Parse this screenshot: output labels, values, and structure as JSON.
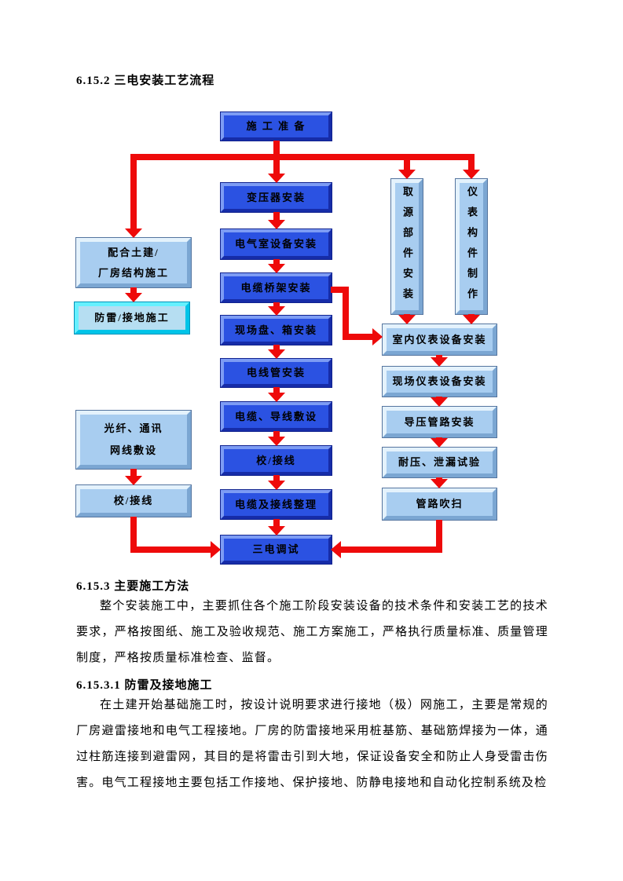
{
  "page": {
    "section_2_heading": "6.15.2 三电安装工艺流程",
    "section_3_heading": "6.15.3 主要施工方法",
    "section_3_para": "整个安装施工中，主要抓住各个施工阶段安装设备的技术条件和安装工艺的技术要求，严格按图纸、施工及验收规范、施工方案施工，严格执行质量标准、质量管理制度，严格按质量标准检查、监督。",
    "section_3_1_heading": "6.15.3.1 防雷及接地施工",
    "section_3_1_para": "在土建开始基础施工时，按设计说明要求进行接地（极）网施工，主要是常规的厂房避雷接地和电气工程接地。厂房的防雷接地采用桩基筋、基础筋焊接为一体，通过柱筋连接到避雷网，其目的是将雷击引到大地，保证设备安全和防止人身受雷击伤害。电气工程接地主要包括工作接地、保护接地、防静电接地和自动化控制系统及检"
  },
  "flowchart": {
    "colors": {
      "main_box_fill": "#2b52e2",
      "side_box_fill": "#a8cdf0",
      "highlight_box_frame": "#00d8f0",
      "arrow": "#ee0a0a"
    },
    "main_column": [
      "施 工 准 备",
      "变压器安装",
      "电气室设备安装",
      "电缆桥架安装",
      "现场盘、箱安装",
      "电线管安装",
      "电缆、导线敷设",
      "校/接线",
      "电缆及接线整理",
      "三电调试"
    ],
    "left_column": [
      "配合土建/\n厂房结构施工",
      "防雷/接地施工",
      "光纤、通讯\n网线敷设",
      "校/接线"
    ],
    "vertical_boxes": [
      "取源部件安装",
      "仪表构件制作"
    ],
    "right_column": [
      "室内仪表设备安装",
      "现场仪表设备安装",
      "导压管路安装",
      "耐压、泄漏试验",
      "管路吹扫"
    ]
  }
}
